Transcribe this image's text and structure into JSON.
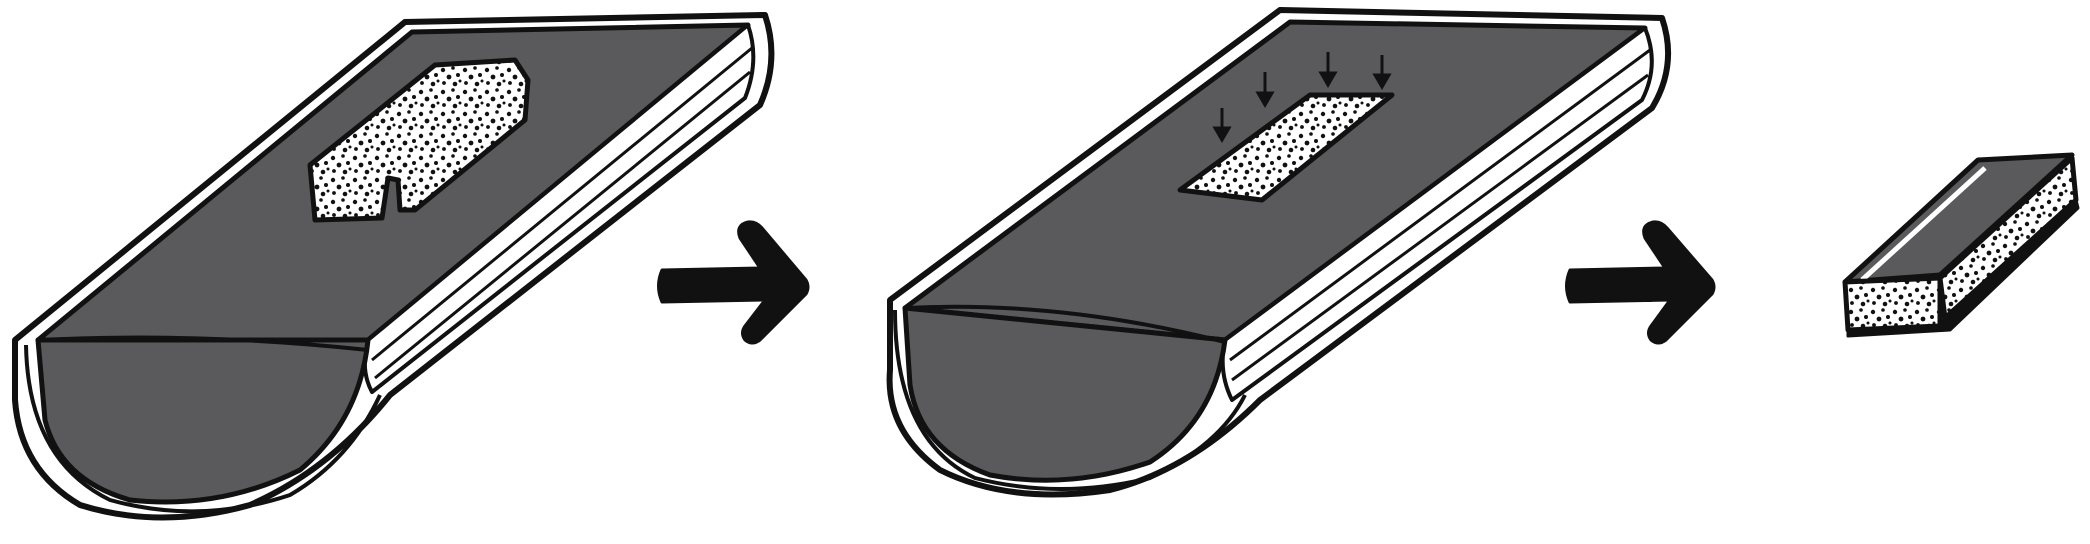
{
  "diagram": {
    "steps": [
      {
        "id": "step-1",
        "figure": "gray-bar-with-foam-patch"
      },
      {
        "id": "step-2",
        "figure": "gray-bar-with-pressed-foam-patch"
      },
      {
        "id": "step-3",
        "figure": "cut-foam-block"
      }
    ],
    "arrows": [
      {
        "from": "step-1",
        "to": "step-2",
        "icon": "right-arrow-icon"
      },
      {
        "from": "step-2",
        "to": "step-3",
        "icon": "right-arrow-icon"
      }
    ],
    "press_arrow_count": 4,
    "colors": {
      "bar_fill": "#5a5a5c",
      "outline": "#111111",
      "edge_band": "#ffffff",
      "foam_fill": "#ffffff",
      "foam_speckle": "#111111",
      "background": "#ffffff"
    }
  }
}
